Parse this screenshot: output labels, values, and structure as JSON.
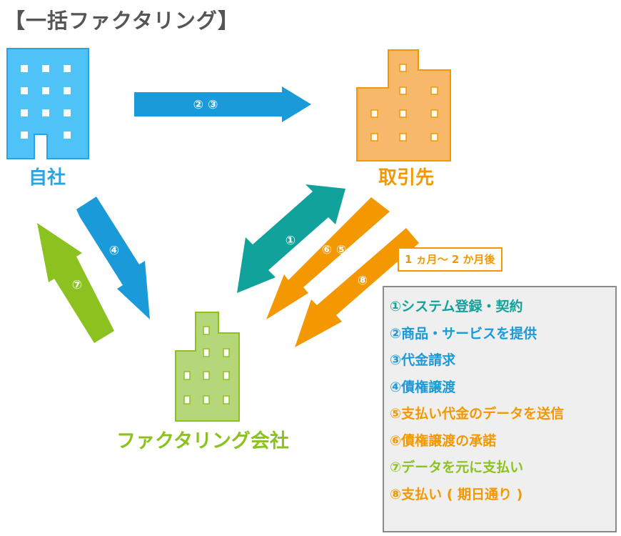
{
  "title": "【一括ファクタリング】",
  "nodes": {
    "self": "自社",
    "partner": "取引先",
    "factoring": "ファクタリング会社"
  },
  "arrows": {
    "self_to_partner": "② ③",
    "self_to_factoring": "④",
    "factoring_to_self": "⑦",
    "factoring_to_partner": "①",
    "partner_to_factoring_data": "⑥ ⑤",
    "factoring_to_partner_payment": "⑧"
  },
  "timing_note": "1 ヵ月〜 2 か月後",
  "legend": [
    {
      "text": "①システム登録・契約",
      "color": "#11a39b"
    },
    {
      "text": "②商品・サービスを提供",
      "color": "#1a9ad9"
    },
    {
      "text": "③代金請求",
      "color": "#1a9ad9"
    },
    {
      "text": "④債権譲渡",
      "color": "#1a9ad9"
    },
    {
      "text": "⑤支払い代金のデータを送信",
      "color": "#f39800"
    },
    {
      "text": "⑥債権譲渡の承諾",
      "color": "#f39800"
    },
    {
      "text": "⑦データを元に支払い",
      "color": "#8cc21f"
    },
    {
      "text": "⑧支払い ( 期日通り )",
      "color": "#f39800"
    }
  ]
}
